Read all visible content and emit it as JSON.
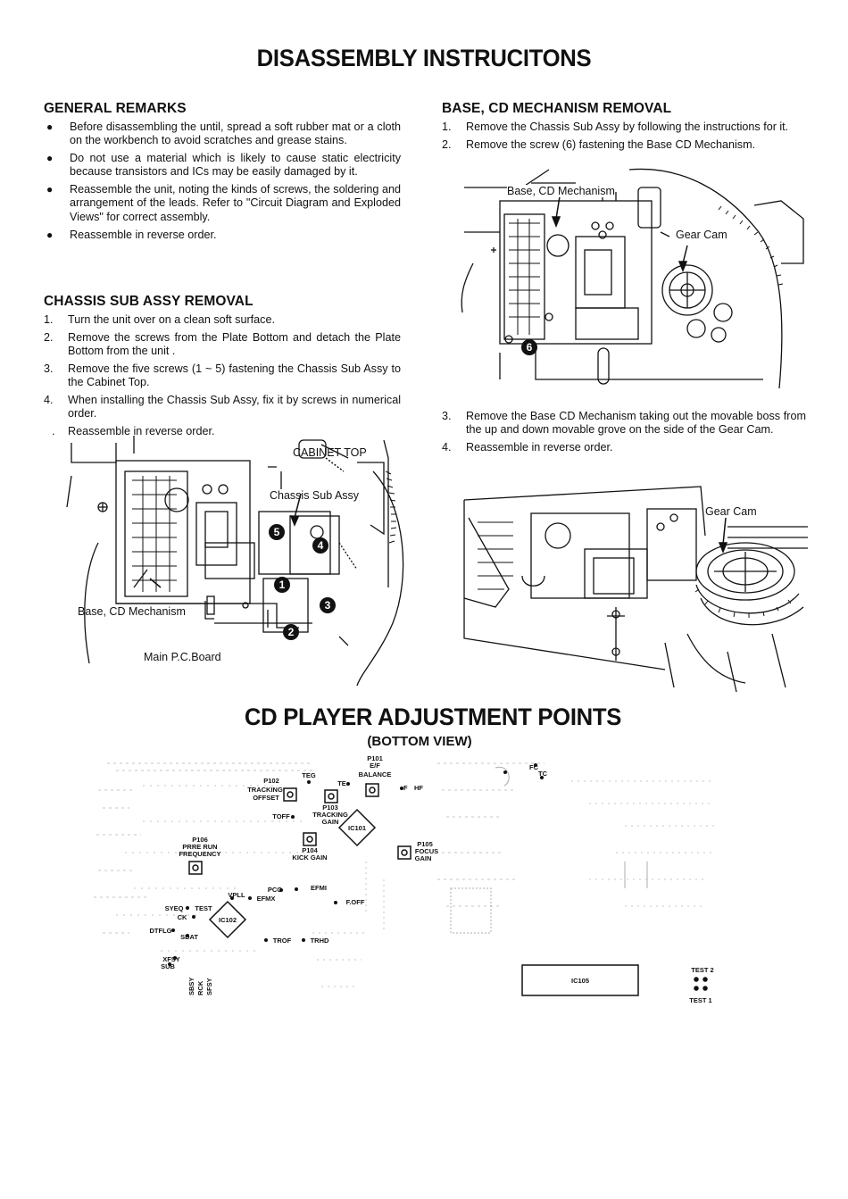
{
  "title": "DISASSEMBLY INSTRUCITONS",
  "general": {
    "heading": "GENERAL REMARKS",
    "items": [
      "Before disassembling the until, spread a soft rubber mat or a cloth on the workbench to avoid scratches and grease stains.",
      "Do not use a material which is likely to cause static electricity because transistors and ICs may be easily damaged by it.",
      "Reassemble the unit, noting the kinds of screws, the soldering and arrangement of the leads. Refer to \"Circuit Diagram and Exploded Views\" for correct assembly.",
      "Reassemble in reverse order."
    ]
  },
  "chassis": {
    "heading": "CHASSIS SUB ASSY REMOVAL",
    "items": [
      {
        "n": "1.",
        "text": "Turn the unit over on a clean soft surface."
      },
      {
        "n": "2.",
        "text": "Remove the screws from the Plate Bottom and detach the Plate Bottom from the unit ."
      },
      {
        "n": "3.",
        "text": "Remove the five screws (1 ~ 5) fastening the Chassis Sub Assy to the Cabinet Top."
      },
      {
        "n": "4.",
        "text": "When installing the Chassis Sub Assy, fix it by screws in numerical order."
      },
      {
        "n": ".",
        "text": "Reassemble in reverse order."
      }
    ],
    "figure": {
      "cabinet_top": "CABINET TOP",
      "chassis_sub_assy": "Chassis Sub Assy",
      "base_cd": "Base, CD Mechanism",
      "main_pcb": "Main P.C.Board",
      "screws": [
        "1",
        "2",
        "3",
        "4",
        "5"
      ]
    }
  },
  "base": {
    "heading": "BASE, CD MECHANISM REMOVAL",
    "items_a": [
      {
        "n": "1.",
        "text": "Remove the Chassis Sub Assy by following the instructions for it."
      },
      {
        "n": "2.",
        "text": "Remove the screw (6) fastening the Base CD Mechanism."
      }
    ],
    "items_b": [
      {
        "n": "3.",
        "text": "Remove the Base CD Mechanism taking out the movable boss from the up and down movable grove on the side of the Gear Cam."
      },
      {
        "n": "4.",
        "text": "Reassemble in reverse order."
      }
    ],
    "figure1": {
      "base_cd": "Base, CD Mechanism",
      "gear_cam": "Gear Cam",
      "screw": "6"
    },
    "figure2": {
      "gear_cam": "Gear Cam"
    }
  },
  "adjust": {
    "title": "CD PLAYER ADJUSTMENT POINTS",
    "subtitle": "(BOTTOM VIEW)",
    "labels": {
      "p101": "P101",
      "ef": "E/F",
      "balance": "BALANCE",
      "teg": "TEG",
      "te": "TE",
      "f": "F",
      "hf": "HF",
      "fc": "FC",
      "tc": "TC",
      "p102": "P102",
      "tracking": "TRACKING",
      "offset": "OFFSET",
      "toff": "TOFF",
      "p103": "P103",
      "trk_gain1": "TRACKING",
      "trk_gain2": "GAIN",
      "ic101": "IC101",
      "p106": "P106",
      "prerun1": "PRRE RUN",
      "prerun2": "FREQUENCY",
      "p104": "P104",
      "kick": "KICK GAIN",
      "p105": "P105",
      "focus": "FOCUS",
      "gain": "GAIN",
      "pco": "PCO",
      "efmi": "EFMI",
      "vpll": "VPLL",
      "efmx": "EFMX",
      "foff": "F.OFF",
      "syeq": "SYEQ",
      "test": "TEST",
      "ck": "CK",
      "dtflg": "DTFLG",
      "sdat": "SDAT",
      "ic102": "IC102",
      "trof": "TROF",
      "trhd": "TRHD",
      "xfsy": "XFSY",
      "sub": "SUB",
      "sbsy": "SBSY",
      "rck": "RCK",
      "sfsy": "SFSY",
      "ic105": "IC105",
      "test2": "TEST 2",
      "test1": "TEST 1"
    }
  }
}
